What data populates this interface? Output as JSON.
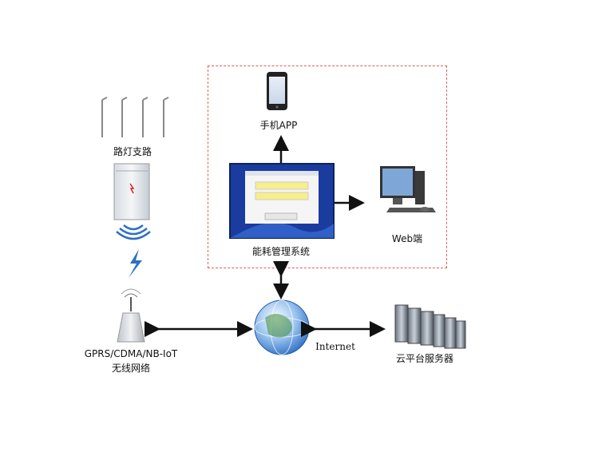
{
  "labels": {
    "phone_app": "手机APP",
    "street_lights": "路灯支路",
    "web": "Web端",
    "energy_system": "能耗管理系统",
    "network_line1": "GPRS/CDMA/NB-IoT",
    "network_line2": "无线网络",
    "internet": "Internet",
    "cloud_server": "云平台服务器"
  },
  "colors": {
    "dashed_border": "#e06060",
    "arrow": "#111111",
    "screen_blue": "#1a3c9e",
    "login_field": "#f6ef8a"
  }
}
